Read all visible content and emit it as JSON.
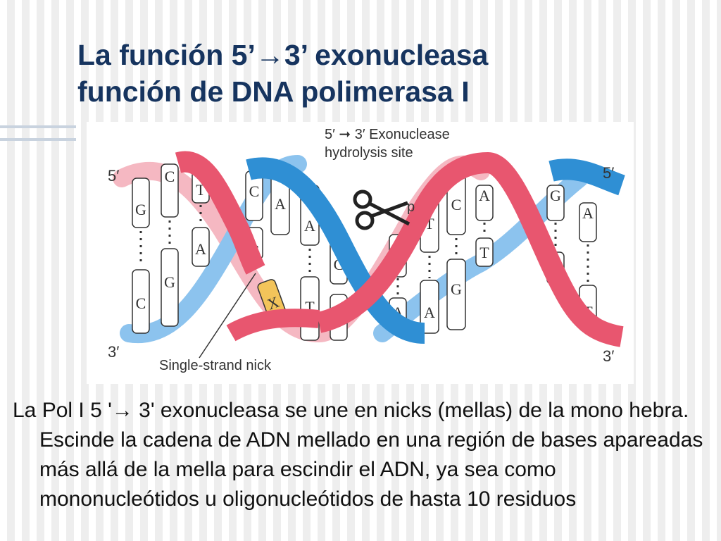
{
  "slide": {
    "title_line1": "La función 5’→3’ exonucleasa",
    "title_line2": "función de DNA polimerasa I",
    "body": "La Pol I 5 '→ 3' exonucleasa se une en nicks (mellas) de la mono hebra. Escinde la cadena de ADN mellado en una región de bases apareadas más allá de la mella para escindir el ADN, ya sea como mononucleótidos u oligonucleótidos de hasta 10 residuos"
  },
  "figure": {
    "label_site_1": "5′ ➞ 3′ Exonuclease",
    "label_site_2": "hydrolysis site",
    "label_nick": "Single-strand nick",
    "end_top_left": "5′",
    "end_bottom_left": "3′",
    "end_top_right": "5′",
    "end_bottom_right": "3′",
    "phosphate": "p",
    "bases_upper": [
      "G",
      "C",
      "T",
      "C",
      "A",
      "A",
      "C",
      "T",
      "C",
      "A",
      "G",
      "A"
    ],
    "bases_lower": [
      "C",
      "G",
      "A",
      "G",
      "X",
      "T",
      "C",
      "A",
      "T",
      "A",
      "G",
      "T",
      "C",
      "T"
    ],
    "colors": {
      "strand_pink": "#e8566f",
      "strand_blue": "#2f8fd4",
      "strand_pink_light": "#f5b8c2",
      "strand_blue_light": "#8cc3ee",
      "nucleotide_x": "#f3c45a"
    }
  }
}
